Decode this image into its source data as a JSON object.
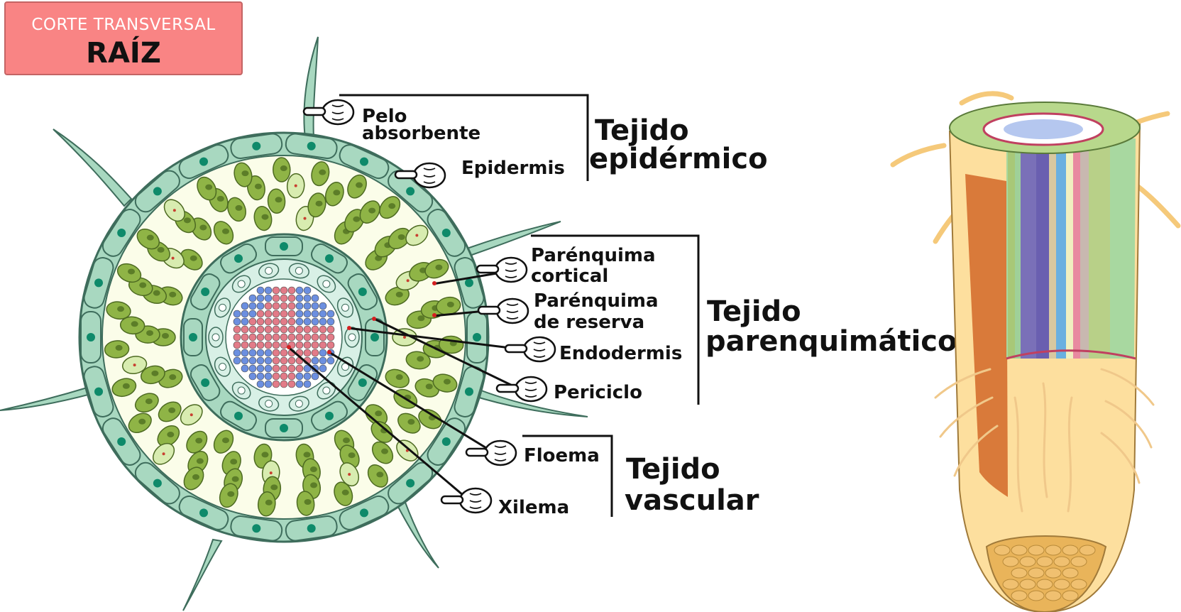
{
  "title": {
    "subtitle": "CORTE TRANSVERSAL",
    "main": "RAÍZ"
  },
  "labels": {
    "pelo_line1": "Pelo",
    "pelo_line2": "absorbente",
    "epidermis": "Epidermis",
    "par_cortical_line1": "Parénquima",
    "par_cortical_line2": "cortical",
    "par_reserva_line1": "Parénquima",
    "par_reserva_line2": "de reserva",
    "endodermis": "Endodermis",
    "periciclo": "Periciclo",
    "floema": "Floema",
    "xilema": "Xilema"
  },
  "groups": {
    "epidermico_line1": "Tejido",
    "epidermico_line2": "epidérmico",
    "parenquimatico_line1": "Tejido",
    "parenquimatico_line2": "parenquimático",
    "vascular_line1": "Tejido",
    "vascular_line2": "vascular"
  },
  "colors": {
    "epidermis": "#a8d8c0",
    "epidermis_outline": "#3e6d5c",
    "nucleus": "#0e8a6a",
    "parenchyma": "#8fb446",
    "reserve": "#d8ecb0",
    "endodermis": "#a8d8c0",
    "pericycle": "#d8f0e6",
    "phloem": "#e27b88",
    "xylem": "#6c8fe0",
    "title_box": "#f98484",
    "root_body": "#fddf9e",
    "root_cap": "#e9b45a",
    "cortex_cut": "#d97a3a"
  }
}
